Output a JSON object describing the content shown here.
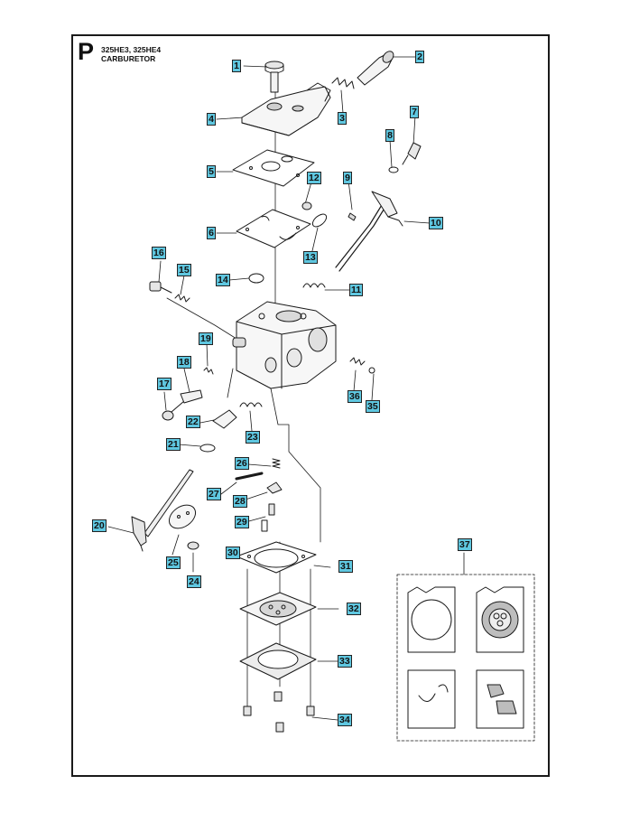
{
  "page": {
    "section_letter": "P",
    "models": "325HE3, 325HE4",
    "title": "CARBURETOR"
  },
  "colors": {
    "callout_fill": "#5fc7e0",
    "line": "#1a1a1a",
    "part_shade": "#cfcfcf"
  },
  "callouts": [
    "1",
    "2",
    "3",
    "4",
    "5",
    "6",
    "7",
    "8",
    "9",
    "10",
    "11",
    "12",
    "13",
    "14",
    "15",
    "16",
    "17",
    "18",
    "19",
    "20",
    "21",
    "22",
    "23",
    "24",
    "25",
    "26",
    "27",
    "28",
    "29",
    "30",
    "31",
    "32",
    "33",
    "34",
    "35",
    "36",
    "37"
  ]
}
